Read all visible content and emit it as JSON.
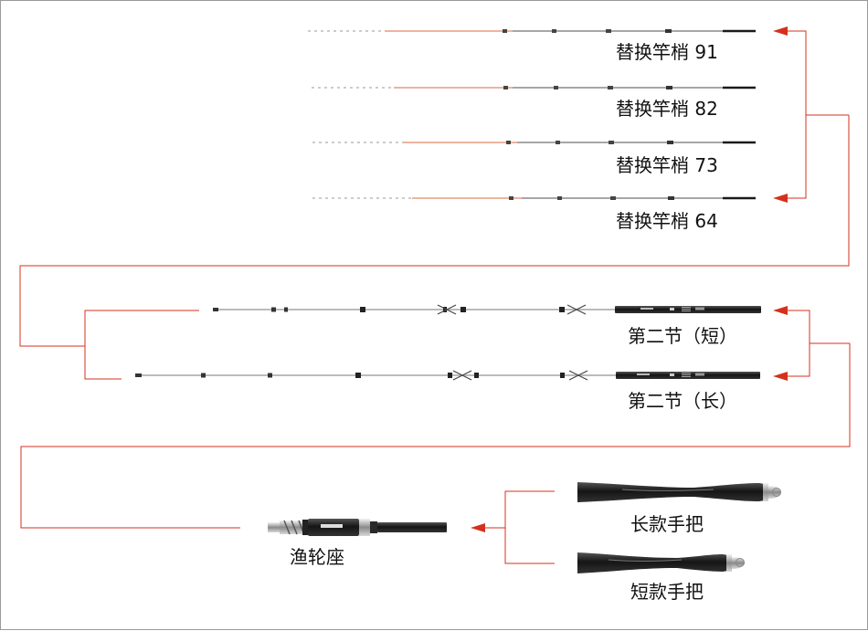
{
  "colors": {
    "connector": "#d4311c",
    "rod_dark": "#1a1a1a",
    "rod_silver": "#b9b9b9",
    "text": "#111111",
    "frame_border": "#9a9a9a"
  },
  "tips": [
    {
      "label": "替换竿梢 91"
    },
    {
      "label": "替换竿梢 82"
    },
    {
      "label": "替换竿梢 73"
    },
    {
      "label": "替换竿梢 64"
    }
  ],
  "second_sections": [
    {
      "label": "第二节（短）"
    },
    {
      "label": "第二节（长）"
    }
  ],
  "handles": [
    {
      "label": "长款手把"
    },
    {
      "label": "短款手把"
    }
  ],
  "reel_seat": {
    "label": "渔轮座"
  },
  "icons": {
    "arrow": "arrowhead-icon"
  }
}
